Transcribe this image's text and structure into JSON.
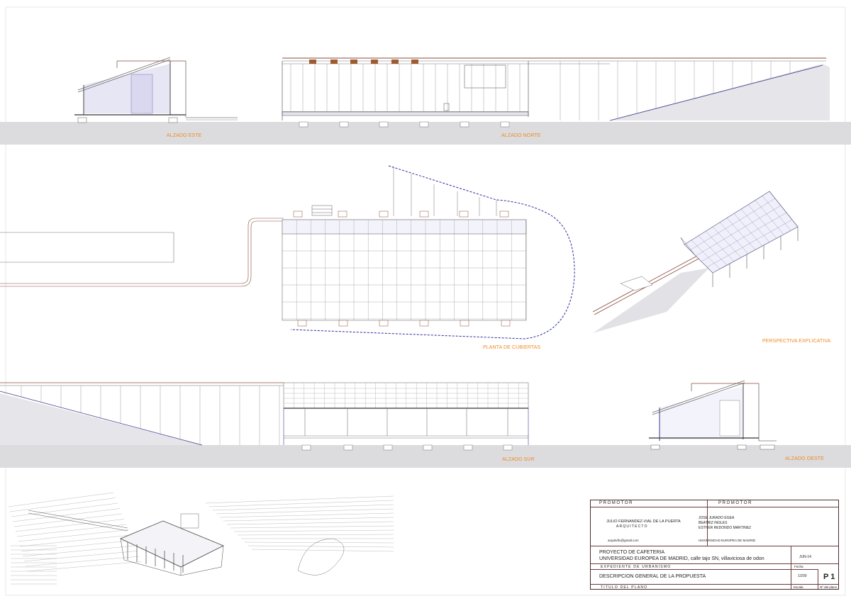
{
  "labels": {
    "alzado_este": "ALZADO ESTE",
    "alzado_norte": "ALZADO NORTE",
    "planta_cubiertas": "PLANTA DE CUBIERTAS",
    "perspectiva": "PERSPECTIVA EXPLICATIVA",
    "alzado_sur": "ALZADO SUR",
    "alzado_oeste": "ALZADO OESTE"
  },
  "title_block": {
    "promotor_left_header": "PROMOTOR",
    "promotor_right_header": "PROMOTOR",
    "architect_name": "JULIO FERNANDEZ-VIAL DE LA PUERTA",
    "architect_role": "ARQUITECTO",
    "email": "arquitvfto@gmail.com",
    "team": [
      "JOSE JURADO EGEA",
      "BEATRIZ INGLES",
      "ESTHER REDONDO MARTINEZ"
    ],
    "university": "UNIVERSIDAD EUROPEA DE MADRID",
    "project_line1": "PROYECTO DE CAFETERIA",
    "project_line2": "UNIVERSIDAD EUROPEA DE MADRID, calle tajo SN, villaviciosa de odon",
    "date": "JUN-14",
    "date_label": "Fecha",
    "expediente": "EXPEDIENTE DE URBANISMO",
    "plan_title": "DESCRIPCION GENERAL DE LA PROPUESTA",
    "scale": "1/200",
    "scale_label": "Escala",
    "sheet_number": "P 1",
    "sheet_label": "Nº del plano",
    "plan_title_label": "TITULO DEL PLANO"
  },
  "colors": {
    "accent_label": "#f08a24",
    "ground": "#dcdcdf",
    "line_blue": "#3a3a8c",
    "line_brown": "#8a4a3a"
  }
}
